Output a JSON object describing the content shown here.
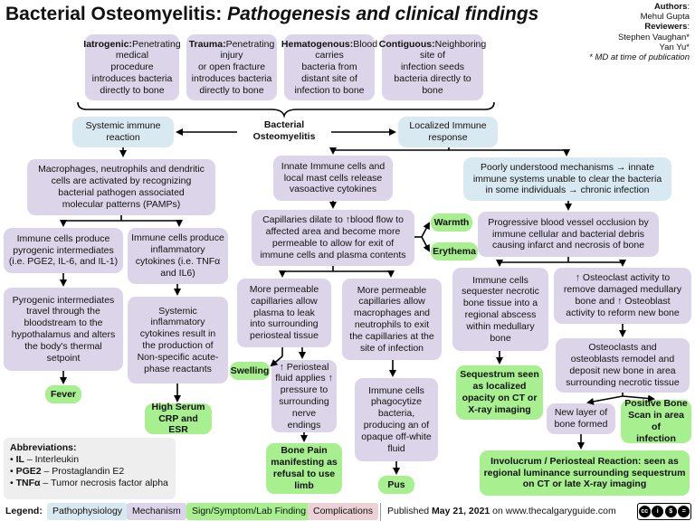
{
  "header": {
    "title_bold": "Bacterial Osteomyelitis:",
    "title_italic": "Pathogenesis and clinical findings"
  },
  "credits": {
    "authors_label": "Authors",
    "author": "Mehul Gupta",
    "reviewers_label": "Reviewers",
    "reviewer1": "Stephen Vaughan*",
    "reviewer2": "Yan Yu*",
    "note": "* MD at time of publication"
  },
  "causes": [
    {
      "title": "Iatrogenic:",
      "text": "Penetrating medical\nprocedure\nintroduces bacteria\ndirectly to bone"
    },
    {
      "title": "Trauma:",
      "text": "Penetrating injury\nor open fracture\nintroduces bacteria\ndirectly to bone"
    },
    {
      "title": "Hematogenous:",
      "text": "Blood carries\nbacteria from\ndistant site of\ninfection to bone"
    },
    {
      "title": "Contiguous:",
      "text": "Neighboring site of\ninfection seeds\nbacteria directly to\nbone"
    }
  ],
  "center": "Bacterial\nOsteomyelitis",
  "left": {
    "systemic": "Systemic immune\nreaction",
    "pamps": "Macrophages, neutrophils and dendritic\ncells are activated by recognizing\nbacterial pathogen associated\nmolecular patterns (PAMPs)",
    "pyrogenic": "Immune cells produce\npyrogenic intermediates\n(i.e. PGE2, IL-6, and IL-1)",
    "inflam_cytokines": "Immune cells produce\ninflammatory\ncytokines (i.e. TNFα\nand IL6)",
    "hypothalamus": "Pyrogenic intermediates\ntravel through the\nbloodstream to the\nhypothalamus and alters\nthe body's thermal\nsetpoint",
    "systemic_cytokines": "Systemic\ninflammatory\ncytokines result in\nthe production of\nNon-specific acute-\nphase reactants",
    "fever": "Fever",
    "crp": "High Serum\nCRP and ESR"
  },
  "middle": {
    "innate": "Innate Immune cells and\nlocal mast cells release\nvasoactive cytokines",
    "dilate": "Capillaries dilate to ↑blood flow to\naffected area and become more\npermeable to allow for exit of\nimmune cells and plasma contents",
    "warmth": "Warmth",
    "erythema": "Erythema",
    "plasma_leak": "More permeable\ncapillaries allow\nplasma to leak\ninto surrounding\nperiosteal tissue",
    "macrophage_exit": "More permeable\ncapillaries allow\nmacrophages and\nneutrophils to exit\nthe capillaries at the\nsite of infection",
    "swelling": "Swelling",
    "periosteal": "↑ Periosteal\nfluid applies ↑\npressure to\nsurrounding\nnerve endings",
    "phagocytize": "Immune cells\nphagocytize\nbacteria,\nproducing an of\nopaque off-white\nfluid",
    "bone_pain": "Bone Pain\nmanifesting as\nrefusal to use\nlimb",
    "pus": "Pus"
  },
  "right": {
    "localized": "Localized Immune\nresponse",
    "poorly": "Poorly understood mechanisms → innate\nimmune systems unable to clear the bacteria\nin some individuals → chronic infection",
    "progressive": "Progressive blood vessel occlusion by\nimmune cellular and bacterial debris\ncausing infarct and necrosis of bone",
    "sequester": "Immune cells\nsequester necrotic\nbone tissue into a\nregional abscess\nwithin medullary\nbone",
    "osteoclast": "↑ Osteoclast activity to\nremove damaged medullary\nbone and ↑ Osteoblast\nactivity to reform new bone",
    "remodel": "Osteoclasts and\nosteoblasts remodel and\ndeposit new bone in area\nsurrounding necrotic tissue",
    "sequestrum": "Sequestrum seen\nas localized\nopacity on CT or\nX-ray imaging",
    "new_bone": "New layer of\nbone formed",
    "positive_scan": "Positive Bone\nScan in area of\ninfection",
    "involucrum": "Involucrum / Periosteal Reaction: seen as\nregional luminance surrounding sequestrum\non CT or late X-ray imaging"
  },
  "abbreviations": {
    "heading": "Abbreviations:",
    "items": [
      {
        "abbr": "IL",
        "def": " – Interleukin"
      },
      {
        "abbr": "PGE2",
        "def": " – Prostaglandin E2"
      },
      {
        "abbr": "TNFα",
        "def": " – Tumor necrosis factor alpha"
      }
    ]
  },
  "legend": {
    "label": "Legend:",
    "items": [
      {
        "label": "Pathophysiology",
        "color": "#d9e9f1"
      },
      {
        "label": "Mechanism",
        "color": "#dcd5e9"
      },
      {
        "label": "Sign/Symptom/Lab Finding",
        "color": "#a7ef8f"
      },
      {
        "label": "Complications",
        "color": "#ecd2d6"
      }
    ]
  },
  "footer": {
    "published_prefix": "Published ",
    "published_date": "May 21, 2021",
    "published_suffix": " on www.thecalgaryguide.com",
    "license_icon": "creative-commons-icon"
  },
  "colors": {
    "pathophysiology": "#d9e9f1",
    "mechanism": "#dcd5e9",
    "finding": "#a7ef8f",
    "complication": "#ecd2d6"
  }
}
